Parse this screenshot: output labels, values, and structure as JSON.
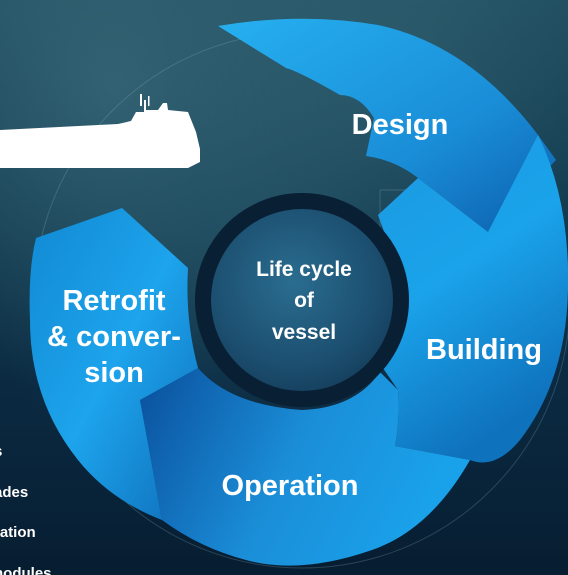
{
  "diagram": {
    "center": {
      "lines": [
        "Life cycle",
        "of",
        "vessel"
      ]
    },
    "segments": {
      "design": {
        "lines": [
          "Design"
        ]
      },
      "building": {
        "lines": [
          "Building"
        ]
      },
      "operation": {
        "lines": [
          "Operation"
        ]
      },
      "retrofit": {
        "lines": [
          "Retrofit",
          "& conver-",
          "sion"
        ]
      }
    },
    "side_list": {
      "items": [
        "s",
        "ades",
        "ration",
        "nodules"
      ]
    },
    "colors": {
      "segment_light": "#1fa9ee",
      "segment_dark": "#0c5fae",
      "hub_dark": "#0a2238",
      "hub_inner": "#1f5a7c"
    },
    "icons": {
      "ship": "ship-silhouette-icon"
    }
  }
}
